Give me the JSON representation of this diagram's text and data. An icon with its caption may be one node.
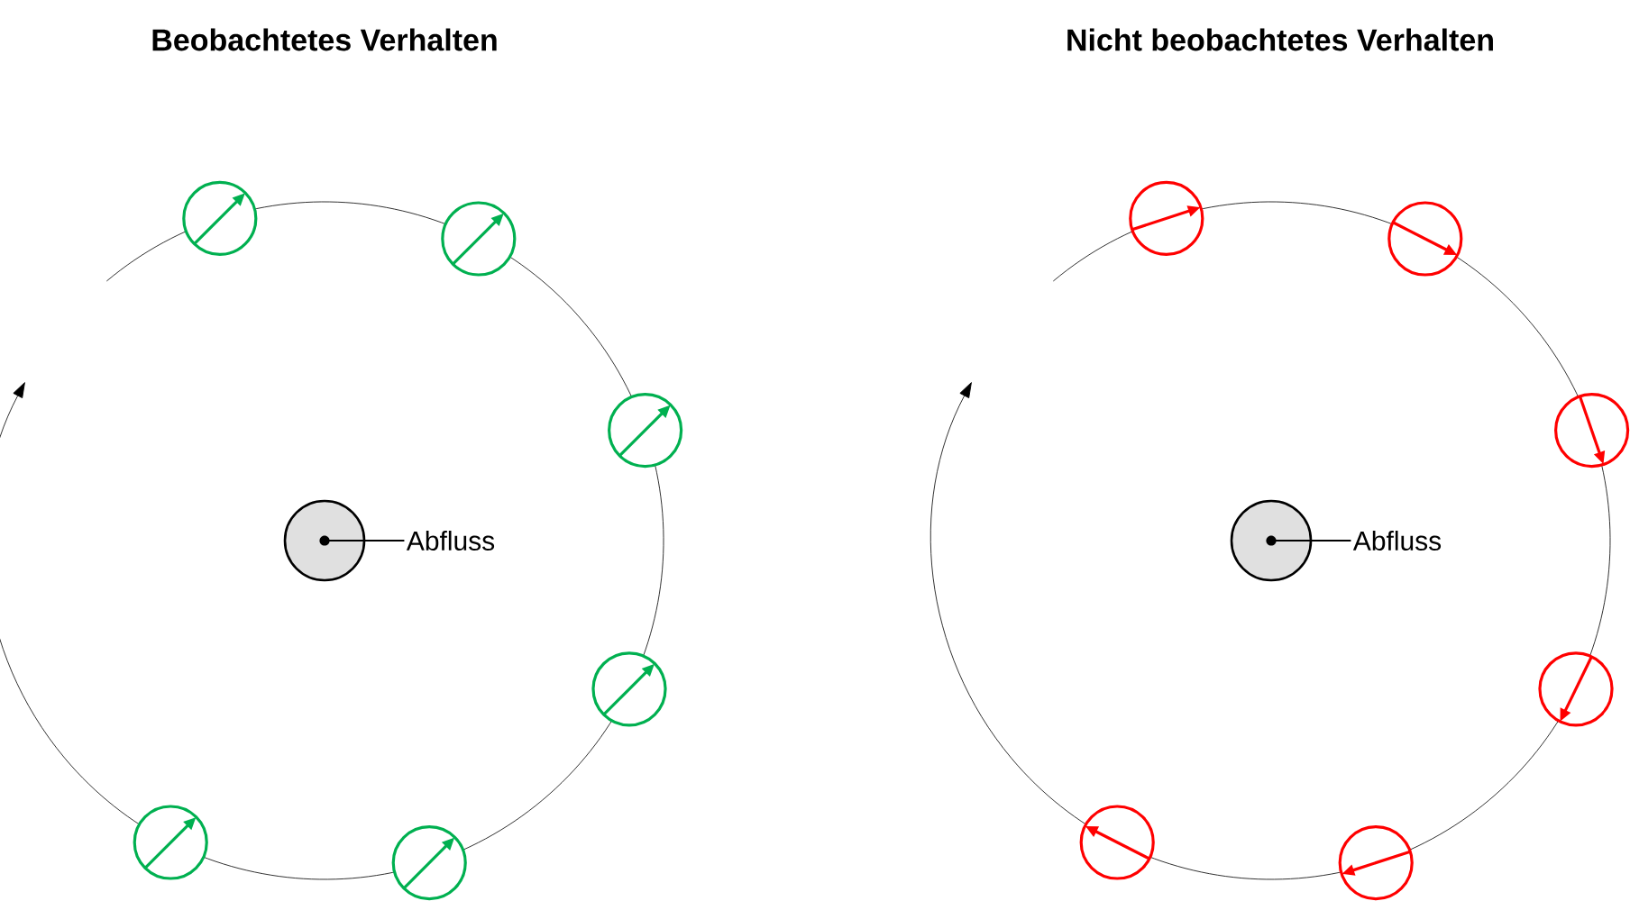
{
  "diagram": {
    "nodes": [
      {
        "text": [],
        "shape": "circle"
      },
      {
        "text": [
          "Abfluss"
        ]
      },
      {
        "text": [],
        "shape": "circle"
      },
      {
        "text": [
          "Abfluss"
        ]
      }
    ],
    "edges": [
      {
        "from": 1,
        "to": 0,
        "arrow": "none"
      },
      {
        "from": 3,
        "to": 2,
        "arrow": "none"
      }
    ],
    "labels": [
      "Beobachtetes Verhalten",
      "Nicht beobachtetes Verhalten"
    ]
  }
}
